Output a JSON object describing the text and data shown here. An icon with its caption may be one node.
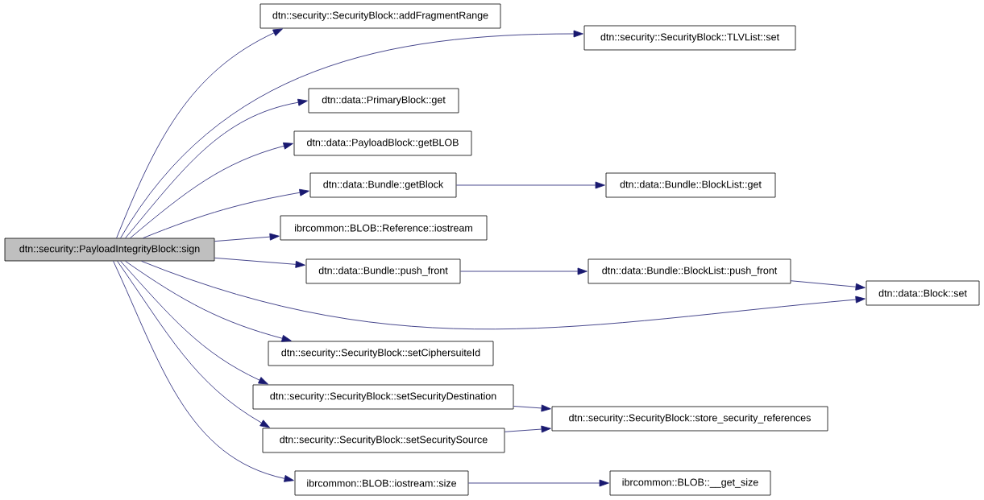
{
  "diagram": {
    "nodes": [
      {
        "text": [
          "dtn::security::PayloadIntegrityBlock::sign"
        ]
      },
      {
        "text": [
          "dtn::security::SecurityBlock::addFragmentRange"
        ]
      },
      {
        "text": [
          "dtn::security::SecurityBlock::TLVList::set"
        ]
      },
      {
        "text": [
          "dtn::data::PrimaryBlock::get"
        ]
      },
      {
        "text": [
          "dtn::data::PayloadBlock::getBLOB"
        ]
      },
      {
        "text": [
          "dtn::data::Bundle::getBlock"
        ]
      },
      {
        "text": [
          "dtn::data::Bundle::BlockList::get"
        ]
      },
      {
        "text": [
          "ibrcommon::BLOB::Reference::iostream"
        ]
      },
      {
        "text": [
          "dtn::data::Bundle::push_front"
        ]
      },
      {
        "text": [
          "dtn::data::Bundle::BlockList::push_front"
        ]
      },
      {
        "text": [
          "dtn::data::Block::set"
        ]
      },
      {
        "text": [
          "dtn::security::SecurityBlock::setCiphersuiteId"
        ]
      },
      {
        "text": [
          "dtn::security::SecurityBlock::setSecurityDestination"
        ]
      },
      {
        "text": [
          "dtn::security::SecurityBlock::store_security_references"
        ]
      },
      {
        "text": [
          "dtn::security::SecurityBlock::setSecuritySource"
        ]
      },
      {
        "text": [
          "ibrcommon::BLOB::iostream::size"
        ]
      },
      {
        "text": [
          "ibrcommon::BLOB::__get_size"
        ]
      }
    ],
    "edges": [
      {
        "from": 0,
        "to": 1,
        "arrow": "to"
      },
      {
        "from": 0,
        "to": 2,
        "arrow": "to"
      },
      {
        "from": 0,
        "to": 3,
        "arrow": "to"
      },
      {
        "from": 0,
        "to": 4,
        "arrow": "to"
      },
      {
        "from": 0,
        "to": 5,
        "arrow": "to"
      },
      {
        "from": 5,
        "to": 6,
        "arrow": "to"
      },
      {
        "from": 0,
        "to": 7,
        "arrow": "to"
      },
      {
        "from": 0,
        "to": 8,
        "arrow": "to"
      },
      {
        "from": 8,
        "to": 9,
        "arrow": "to"
      },
      {
        "from": 9,
        "to": 10,
        "arrow": "to"
      },
      {
        "from": 0,
        "to": 10,
        "arrow": "to"
      },
      {
        "from": 0,
        "to": 11,
        "arrow": "to"
      },
      {
        "from": 0,
        "to": 12,
        "arrow": "to"
      },
      {
        "from": 12,
        "to": 13,
        "arrow": "to"
      },
      {
        "from": 0,
        "to": 14,
        "arrow": "to"
      },
      {
        "from": 14,
        "to": 13,
        "arrow": "to"
      },
      {
        "from": 0,
        "to": 15,
        "arrow": "to"
      },
      {
        "from": 15,
        "to": 16,
        "arrow": "to"
      }
    ]
  }
}
